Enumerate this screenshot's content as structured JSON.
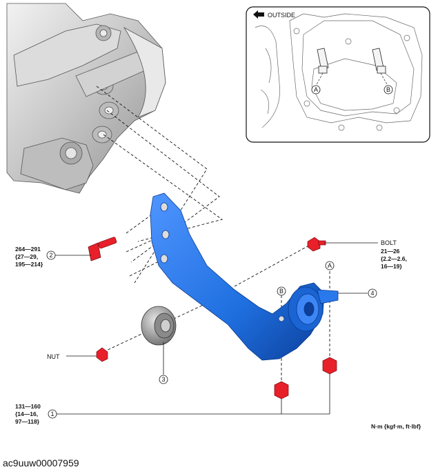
{
  "inset": {
    "direction_label": "OUTSIDE",
    "point_a": "A",
    "point_b": "B"
  },
  "callouts": {
    "c1": "1",
    "c2": "2",
    "c3": "3",
    "c4": "4",
    "a": "A",
    "b": "B"
  },
  "torque_bolt_2": {
    "line1": "264—291",
    "line2": "{27—29,",
    "line3": "195—214}"
  },
  "torque_bolt_right": {
    "name": "BOLT",
    "line1": "21—26",
    "line2": "{2.2—2.6,",
    "line3": "16—19}"
  },
  "nut_label": "NUT",
  "torque_1": {
    "line1": "131—160",
    "line2": "{14—16,",
    "line3": "97—118}"
  },
  "units": "N·m {kgf·m, ft·lbf}",
  "reference_code": "ac9uuw00007959",
  "colors": {
    "arm_blue": "#1f6fe0",
    "fastener_red": "#e8202a",
    "line_black": "#111111",
    "metal_grey": "#c9c9c9"
  }
}
